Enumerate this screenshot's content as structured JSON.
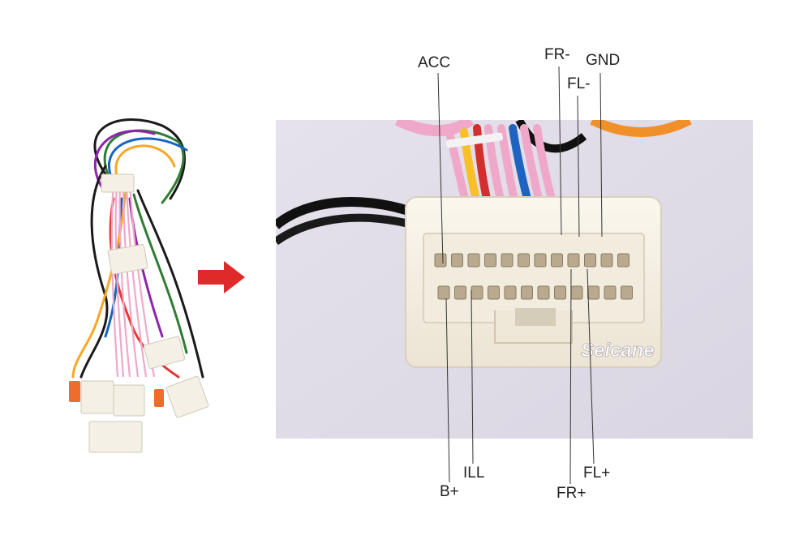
{
  "brand": "Seicane",
  "arrow_color": "#e02a2a",
  "pin_labels": {
    "acc": "ACC",
    "fr_minus": "FR-",
    "gnd": "GND",
    "fl_minus": "FL-",
    "b_plus": "B+",
    "ill": "ILL",
    "fr_plus": "FR+",
    "fl_plus": "FL+"
  }
}
